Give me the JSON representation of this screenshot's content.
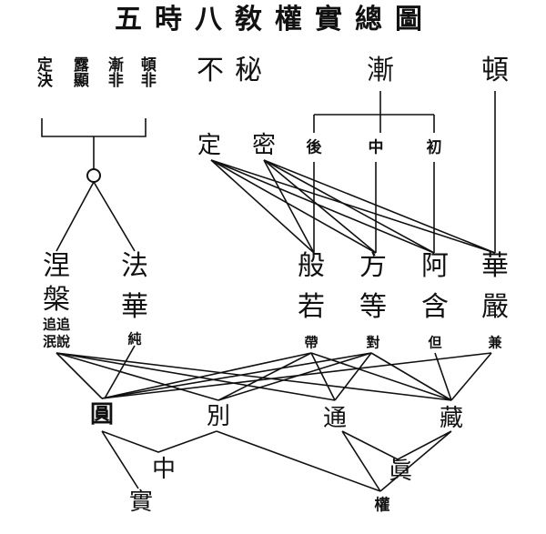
{
  "title": "五時八敎權實總圖",
  "left_top": {
    "c1": "頓非",
    "c2": "漸非",
    "c3": "露顯",
    "c4": "定決"
  },
  "top_mid": {
    "fumi": "不秘",
    "zen": "漸",
    "ton": "頓"
  },
  "row2": {
    "tei": "定",
    "mitsu": "密",
    "go": "後",
    "chu": "中",
    "sho": "初"
  },
  "nehan": {
    "t1": "涅",
    "t2": "槃",
    "t3": "追追",
    "t4": "泯說"
  },
  "hokke": {
    "t1": "法",
    "t2": "華",
    "t3": "純"
  },
  "hannya": {
    "t1": "般",
    "t2": "若",
    "t3": "帶"
  },
  "hodo": {
    "t1": "方",
    "t2": "等",
    "t3": "對"
  },
  "agon": {
    "t1": "阿",
    "t2": "含",
    "t3": "但"
  },
  "kegon": {
    "t1": "華",
    "t2": "嚴",
    "t3": "兼"
  },
  "four": {
    "en": "圓",
    "betsu": "別",
    "tsu": "通",
    "zo": "藏"
  },
  "bottom": {
    "chu": "中",
    "jitsu": "實",
    "shin": "眞",
    "gon": "權"
  }
}
